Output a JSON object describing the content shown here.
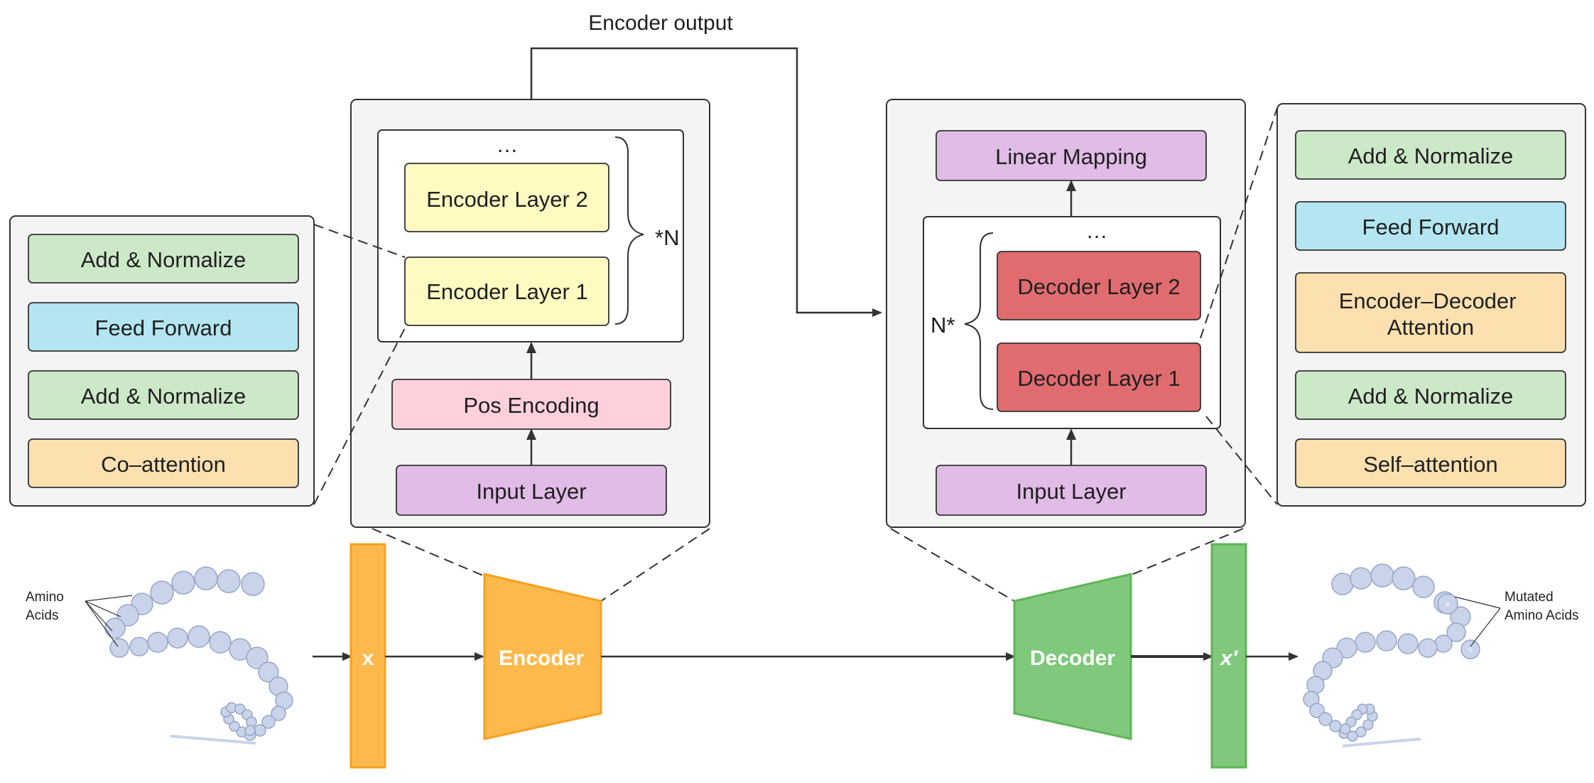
{
  "encoder_output_label": "Encoder output",
  "encoder_detail": {
    "ellipsis": "…",
    "layers": [
      "Encoder Layer 2",
      "Encoder Layer 1"
    ],
    "repeat_label": "*N",
    "pos_encoding": "Pos Encoding",
    "input_layer": "Input Layer"
  },
  "encoder_layer_internals": [
    "Add & Normalize",
    "Feed Forward",
    "Add & Normalize",
    "Co–attention"
  ],
  "decoder_detail": {
    "linear_mapping": "Linear Mapping",
    "ellipsis": "…",
    "layers": [
      "Decoder Layer 2",
      "Decoder Layer 1"
    ],
    "repeat_label": "N*",
    "input_layer": "Input Layer"
  },
  "decoder_layer_internals": [
    "Add & Normalize",
    "Feed Forward",
    "Encoder–Decoder\nAttention",
    "Add & Normalize",
    "Self–attention"
  ],
  "pipeline": {
    "input_symbol": "x",
    "encoder_label": "Encoder",
    "decoder_label": "Decoder",
    "output_symbol": "x′"
  },
  "input_protein": {
    "label_line1": "Amino",
    "label_line2": "Acids"
  },
  "output_protein": {
    "label_line1": "Mutated",
    "label_line2": "Amino Acids",
    "mutations": [
      "A",
      "S"
    ]
  },
  "colors": {
    "green_box": "#cde8c8",
    "blue_box": "#b3e6f0",
    "orange_box": "#fde0b0",
    "purple_box": "#e0bce6",
    "pink_box": "#fdd0dc",
    "yellow_box": "#fffac2",
    "red_box": "#e06c70",
    "encoder_orange": "#fdb94b",
    "decoder_green": "#80c87c"
  }
}
